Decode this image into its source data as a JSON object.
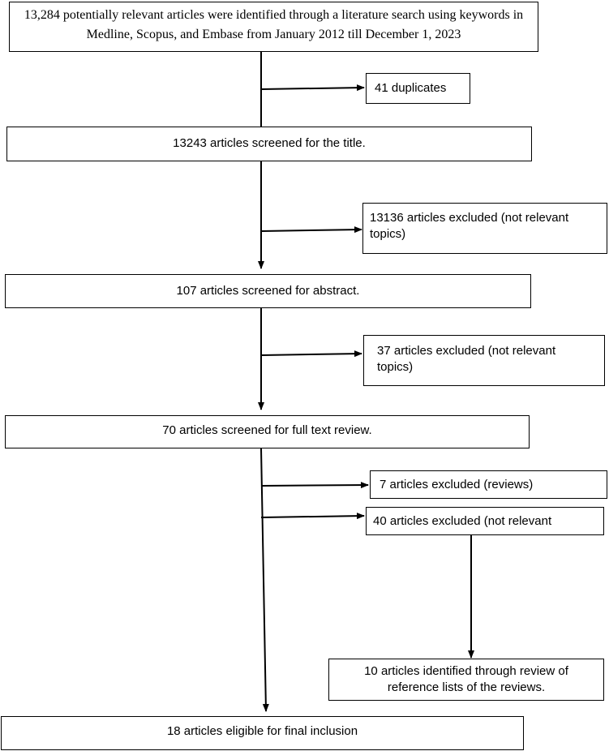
{
  "diagram": {
    "stroke_color": "#000000",
    "boxes": {
      "identified": "13,284 potentially relevant articles were identified through a literature search using keywords in Medline, Scopus, and Embase from January 2012 till December 1, 2023",
      "duplicates": "41 duplicates",
      "title_screened": "13243 articles screened for the title.",
      "excluded_title": "13136 articles excluded (not relevant topics)",
      "abstract_screened": "107 articles screened for abstract.",
      "excluded_abstract": "37 articles excluded  (not relevant topics)",
      "fulltext_screened": "70 articles screened for full text review.",
      "excluded_reviews": "7 articles excluded (reviews)",
      "excluded_fulltext": "40 articles excluded (not relevant",
      "reference_lists": "10 articles identified through review of reference lists of the reviews.",
      "final": "18 articles eligible for final inclusion"
    }
  }
}
